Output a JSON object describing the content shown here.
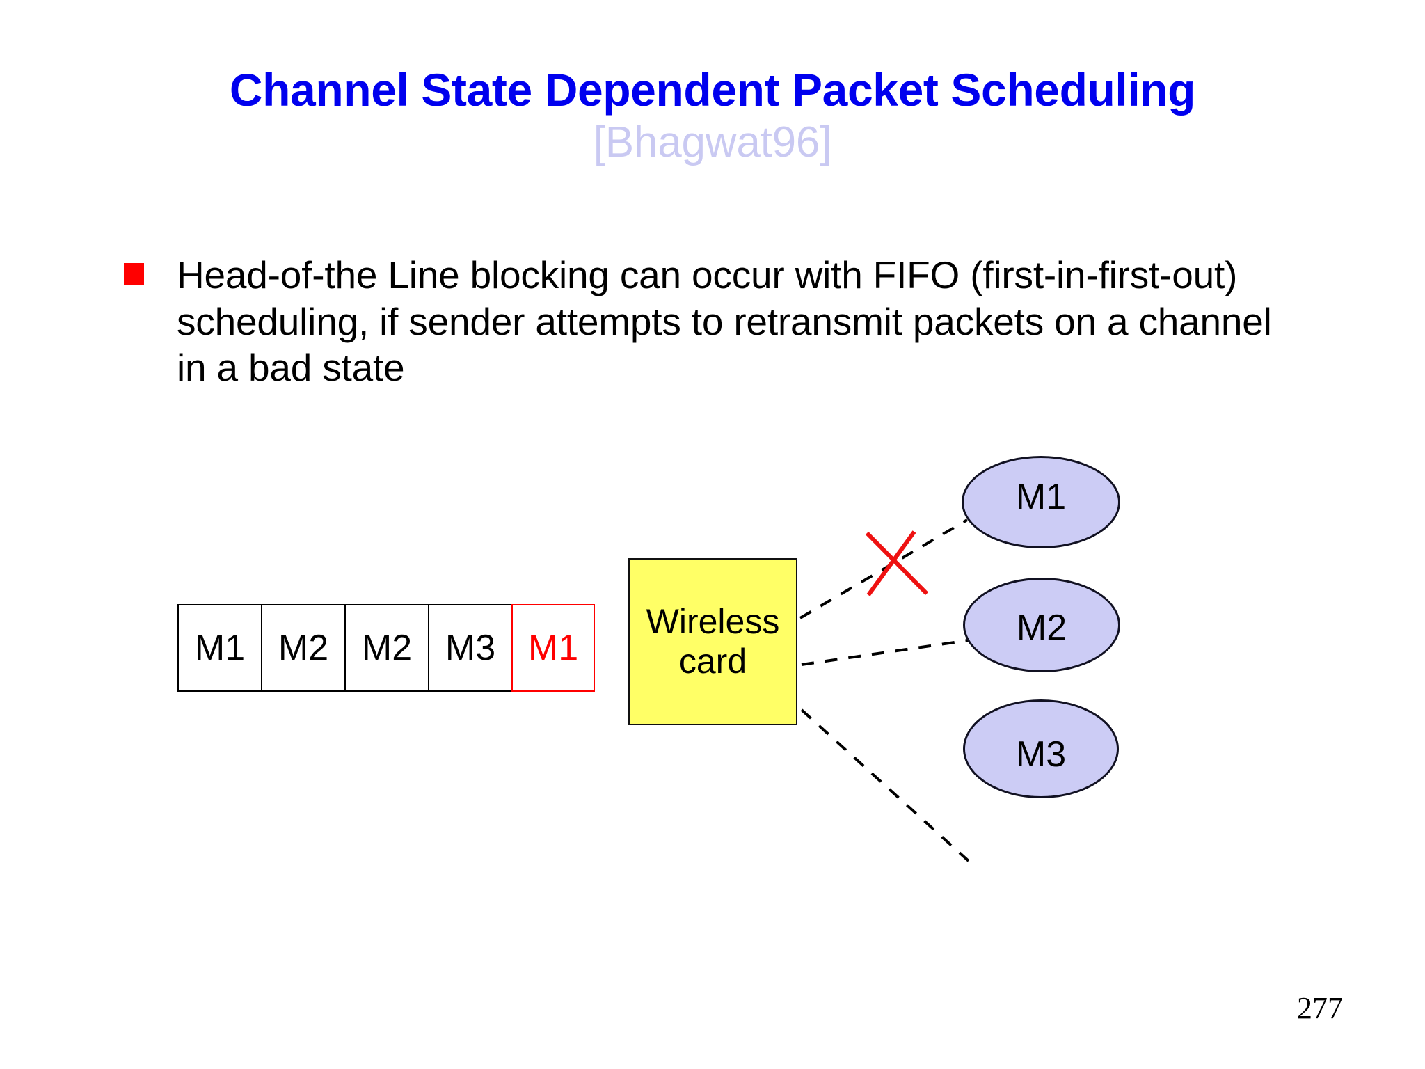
{
  "slide": {
    "title": "Channel State Dependent Packet Scheduling",
    "subtitle": "[Bhagwat96]",
    "title_color": "#0000ee",
    "subtitle_color": "#c9c9f2",
    "page_number": "277",
    "background": "#ffffff"
  },
  "bullets": [
    {
      "marker": "square-bullet",
      "marker_color": "#ff0000",
      "text": "Head-of-the Line blocking can occur with FIFO (first-in-first-out) scheduling, if sender attempts to retransmit packets on a channel in a bad state"
    }
  ],
  "diagram": {
    "queue": {
      "name": "fifo-packet-queue",
      "cells": [
        {
          "label": "M1",
          "color": "#000000",
          "border": "#000000",
          "highlighted": false
        },
        {
          "label": "M2",
          "color": "#000000",
          "border": "#000000",
          "highlighted": false
        },
        {
          "label": "M2",
          "color": "#000000",
          "border": "#000000",
          "highlighted": false
        },
        {
          "label": "M3",
          "color": "#000000",
          "border": "#000000",
          "highlighted": false
        },
        {
          "label": "M1",
          "color": "#ff0000",
          "border": "#ff0000",
          "highlighted": true
        }
      ]
    },
    "wireless_card": {
      "line1": "Wireless",
      "line2": "card",
      "fill": "#ffff66",
      "border": "#111111"
    },
    "nodes": [
      {
        "id": "m1",
        "label": "M1",
        "fill": "#ccccf5",
        "border": "#111122",
        "link_blocked": true
      },
      {
        "id": "m2",
        "label": "M2",
        "fill": "#ccccf5",
        "border": "#111122",
        "link_blocked": false
      },
      {
        "id": "m3",
        "label": "M3",
        "fill": "#ccccf5",
        "border": "#111122",
        "link_blocked": false
      }
    ],
    "blocked_marker": {
      "name": "red-x-blocked-link",
      "color": "#ff0000"
    },
    "link_style": "dashed-black"
  }
}
